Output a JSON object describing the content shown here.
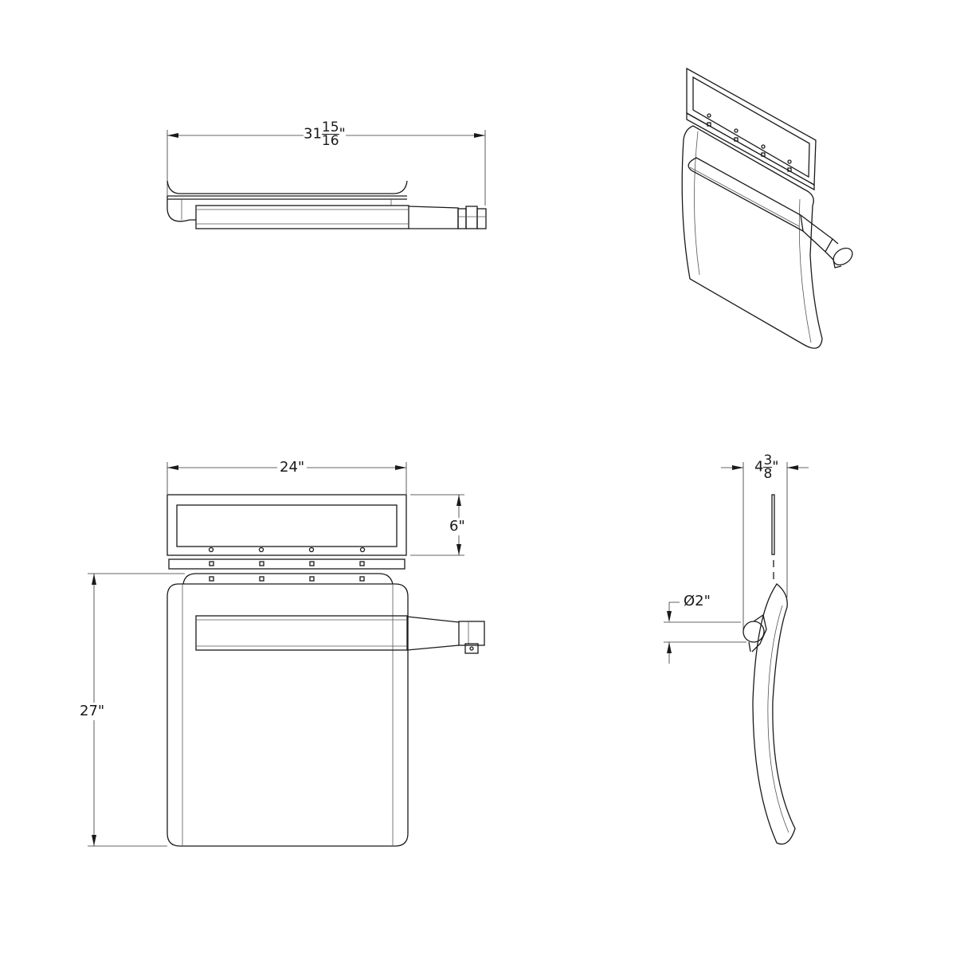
{
  "dimensions": {
    "overall_width": {
      "whole": "31",
      "numerator": "15",
      "denominator": "16",
      "unit": "\""
    },
    "front_width": {
      "text": "24\""
    },
    "plate_height": {
      "text": "6\""
    },
    "seat_height": {
      "text": "27\""
    },
    "depth": {
      "whole": "4",
      "numerator": "3",
      "denominator": "8",
      "unit": "\""
    },
    "tube_diameter": {
      "text": "Ø2\""
    }
  },
  "views": [
    "top-view",
    "isometric-view",
    "front-view",
    "side-view"
  ],
  "colors": {
    "line": "#1a1a1a",
    "background": "#ffffff"
  }
}
